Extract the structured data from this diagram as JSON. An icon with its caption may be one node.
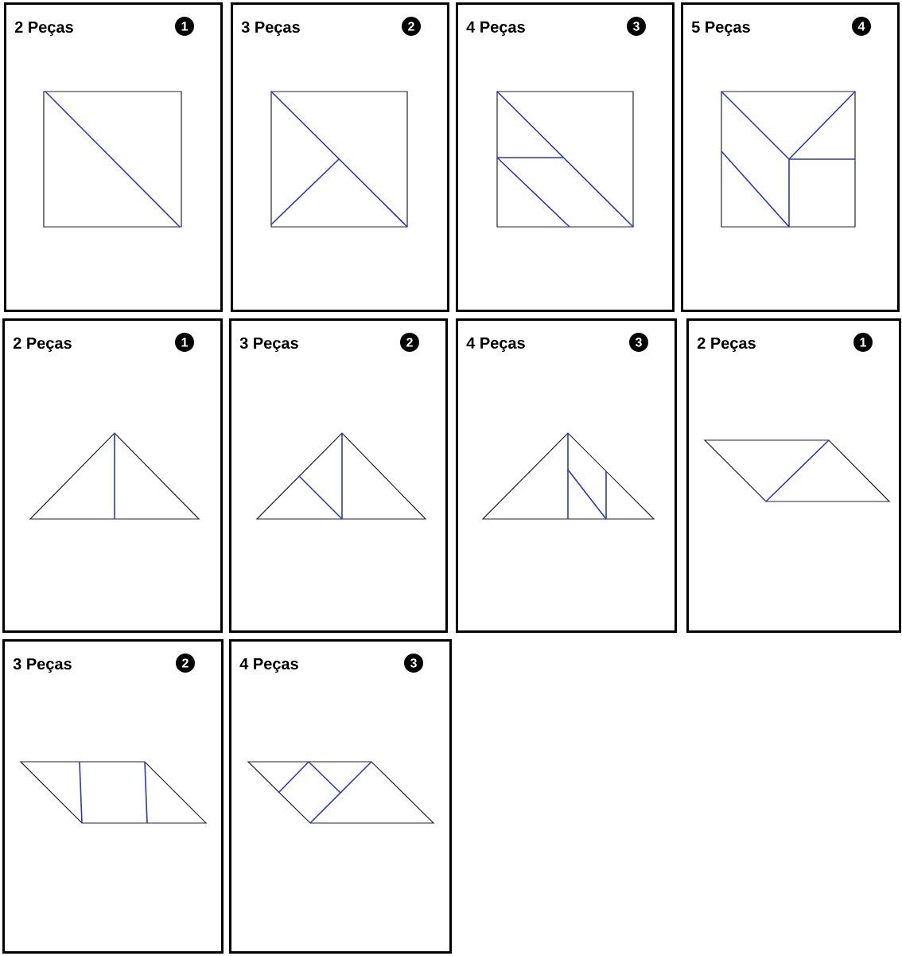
{
  "diagram": {
    "nodes": [
      {
        "text": [
          "2 Peças",
          "1"
        ]
      },
      {
        "text": [
          "3 Peças",
          "2"
        ]
      },
      {
        "text": [
          "4 Peças",
          "3"
        ]
      },
      {
        "text": [
          "5 Peças",
          "4"
        ]
      },
      {
        "text": [
          "2 Peças",
          "1"
        ]
      },
      {
        "text": [
          "3 Peças",
          "2"
        ]
      },
      {
        "text": [
          "4 Peças",
          "3"
        ]
      },
      {
        "text": [
          "2 Peças",
          "1"
        ]
      },
      {
        "text": [
          "3 Peças",
          "2"
        ]
      },
      {
        "text": [
          "4 Peças",
          "3"
        ]
      }
    ]
  }
}
